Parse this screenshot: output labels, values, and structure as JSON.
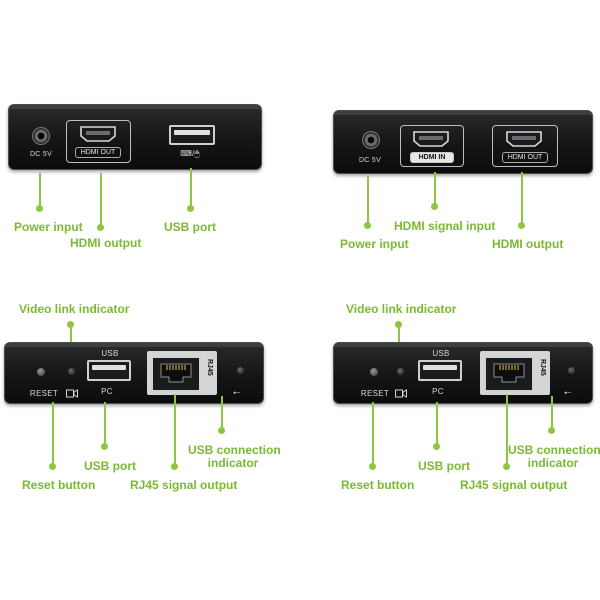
{
  "device_tl": {
    "dc_label": "DC 5V",
    "hdmi_label": "HDMI OUT",
    "usb_symbol": "⌨/🖱"
  },
  "device_tr": {
    "dc_label": "DC 5V",
    "hdmi_in_label": "HDMI IN",
    "hdmi_out_label": "HDMI OUT"
  },
  "device_bl": {
    "reset_label": "RESET",
    "usb_label": "USB",
    "pc_label": "PC",
    "rj45_label": "RJ45"
  },
  "device_br": {
    "reset_label": "RESET",
    "usb_label": "USB",
    "pc_label": "PC",
    "rj45_label": "RJ45"
  },
  "callouts_tl": {
    "power_input": "Power input",
    "hdmi_output": "HDMI output",
    "usb_port": "USB port"
  },
  "callouts_tr": {
    "power_input": "Power input",
    "hdmi_signal_input": "HDMI signal input",
    "hdmi_output": "HDMI output"
  },
  "callouts_bl": {
    "video_link_indicator": "Video link indicator",
    "reset_button": "Reset button",
    "usb_port": "USB port",
    "rj45_signal_output": "RJ45 signal output",
    "usb_connection_indicator_l1": "USB connection",
    "usb_connection_indicator_l2": "indicator"
  },
  "callouts_br": {
    "video_link_indicator": "Video link indicator",
    "reset_button": "Reset button",
    "usb_port": "USB port",
    "rj45_signal_output": "RJ45 signal output",
    "usb_connection_indicator_l1": "USB connection",
    "usb_connection_indicator_l2": "indicator"
  },
  "colors": {
    "accent": "#8dc63f",
    "device_body": "#141516"
  }
}
